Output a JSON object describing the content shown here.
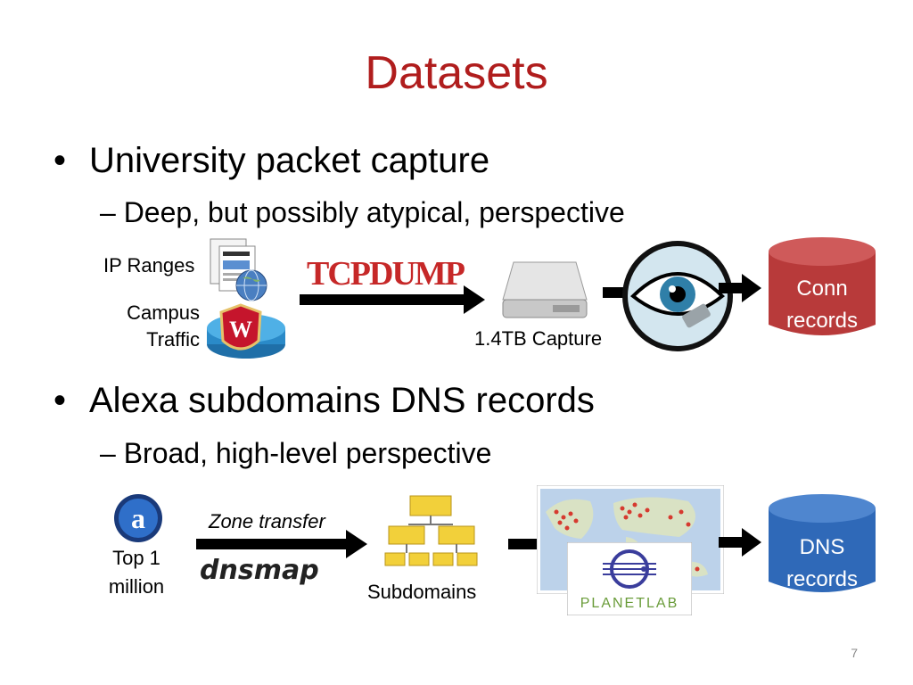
{
  "slide": {
    "title": "Datasets",
    "page_number": "7"
  },
  "section1": {
    "bullet": "University packet capture",
    "sub": "– Deep, but possibly atypical, perspective",
    "ip_ranges": "IP Ranges",
    "campus_traffic_line1": "Campus",
    "campus_traffic_line2": "Traffic",
    "tcpdump_logo": "TCPDUMP",
    "capture_label": "1.4TB Capture",
    "output_line1": "Conn",
    "output_line2": "records",
    "output_color": "#b83a3a"
  },
  "section2": {
    "bullet": "Alexa subdomains DNS records",
    "sub": "– Broad, high-level perspective",
    "top_line1": "Top 1",
    "top_line2": "million",
    "zone_transfer": "Zone transfer",
    "dnsmap_logo": "dnsmap",
    "subdomains_label": "Subdomains",
    "planetlab_logo": "PLANETLAB",
    "output_line1": "DNS",
    "output_line2": "records",
    "output_color": "#2f69b8"
  },
  "icons": [
    "amazon-windows-azure-icon",
    "globe-icon",
    "wisconsin-crest-icon",
    "router-icon",
    "hard-drive-icon",
    "eye-ethernet-icon",
    "alexa-icon",
    "hierarchy-icon",
    "world-map-icon",
    "planetlab-icon"
  ]
}
